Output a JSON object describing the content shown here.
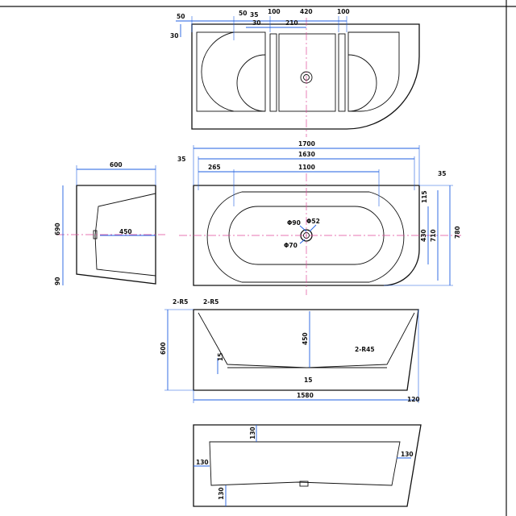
{
  "colors": {
    "dimension": "#1f5fe0",
    "centerline": "#e04a9a",
    "outline": "#111111"
  },
  "top_view": {
    "dim_left_offset": "50",
    "dim_left_wall": "50",
    "dim_divider_gap": "35",
    "dim_divider": "100",
    "dim_center_width": "420",
    "dim_right_divider": "100",
    "dim_divider_small": "30",
    "dim_drain_offset": "210",
    "dim_rim_height": "30"
  },
  "plan_view": {
    "dim_overall_length": "1700",
    "dim_inner_length": "1630",
    "dim_left_rim": "35",
    "dim_bowl_offset": "265",
    "dim_bowl_length": "1100",
    "dim_right_rim": "35",
    "dim_overall_width": "780",
    "dim_inner_width": "710",
    "dim_bowl_width": "430",
    "dim_rim_offset": "115",
    "drain_dia_outer": "Φ90",
    "drain_dia_mid": "Φ52",
    "drain_dia_inner": "Φ70"
  },
  "end_view": {
    "dim_width": "600",
    "dim_height": "690",
    "dim_depth": "450",
    "dim_base": "90"
  },
  "side_view": {
    "radius_left_a": "2-R5",
    "radius_left_b": "2-R5",
    "radius_right": "2-R45",
    "dim_height": "600",
    "dim_depth": "450",
    "dim_floor_a": "15",
    "dim_floor_b": "15",
    "dim_base_length": "1580",
    "dim_overhang": "120"
  },
  "section_view": {
    "dim_top": "130",
    "dim_left": "130",
    "dim_right": "130",
    "dim_bottom": "130"
  }
}
